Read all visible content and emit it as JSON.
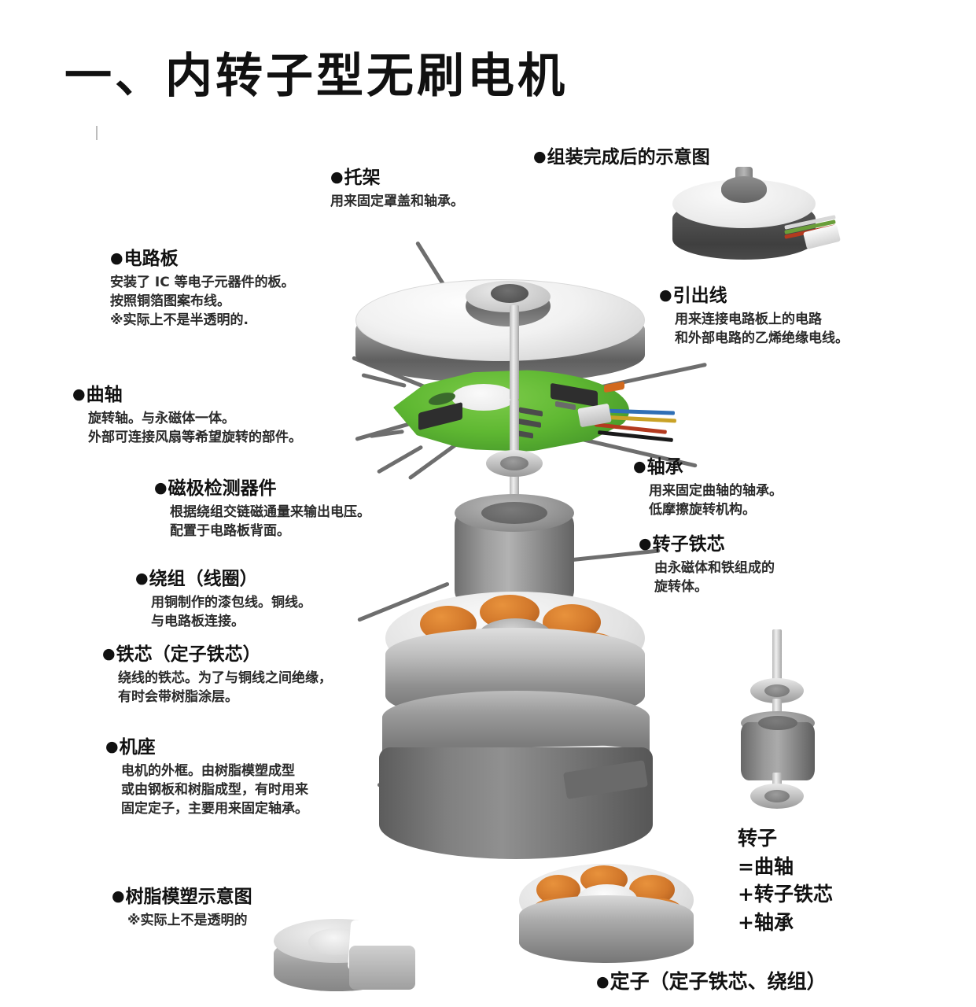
{
  "title": "一、内转子型无刷电机",
  "annotations": [
    {
      "key": "bracket",
      "head": "托架",
      "lines": [
        "用来固定罩盖和轴承。"
      ]
    },
    {
      "key": "assembled-view",
      "head": "组装完成后的示意图",
      "lines": []
    },
    {
      "key": "circuit-board",
      "head": "电路板",
      "lines": [
        "安装了 IC 等电子元器件的板。",
        "按照铜箔图案布线。",
        "※实际上不是半透明的."
      ]
    },
    {
      "key": "lead-wire",
      "head": "引出线",
      "lines": [
        "用来连接电路板上的电路",
        "和外部电路的乙烯绝缘电线。"
      ]
    },
    {
      "key": "crankshaft",
      "head": "曲轴",
      "lines": [
        "旋转轴。与永磁体一体。",
        "外部可连接风扇等希望旋转的部件。"
      ]
    },
    {
      "key": "magnetic-pole-sensor",
      "head": "磁极检测器件",
      "lines": [
        "根据绕组交链磁通量来输出电压。",
        "配置于电路板背面。"
      ]
    },
    {
      "key": "bearing",
      "head": "轴承",
      "lines": [
        "用来固定曲轴的轴承。",
        "低摩擦旋转机构。"
      ]
    },
    {
      "key": "rotor-core",
      "head": "转子铁芯",
      "lines": [
        "由永磁体和铁组成的",
        "旋转体。"
      ]
    },
    {
      "key": "winding",
      "head": "绕组（线圈）",
      "lines": [
        "用铜制作的漆包线。铜线。",
        "与电路板连接。"
      ]
    },
    {
      "key": "stator-core",
      "head": "铁芯（定子铁芯）",
      "lines": [
        "绕线的铁芯。为了与铜线之间绝缘，",
        "有时会带树脂涂层。"
      ]
    },
    {
      "key": "frame",
      "head": "机座",
      "lines": [
        "电机的外框。由树脂模塑成型",
        "或由钢板和树脂成型，有时用来",
        "固定定子，主要用来固定轴承。"
      ]
    },
    {
      "key": "resin-mold",
      "head": "树脂模塑示意图",
      "lines": [
        "※实际上不是透明的"
      ]
    },
    {
      "key": "stator-label",
      "head": "定子（定子铁芯、绕组）",
      "lines": []
    }
  ],
  "rotor_formula": {
    "title": "转子",
    "line1": "=曲轴",
    "line2": "+转子铁芯",
    "line3": "+轴承"
  },
  "colors": {
    "pcb_green": "#5fb832",
    "copper_orange": "#d2782b",
    "metal_gray": "#8f8f8f",
    "housing_dark": "#6c6c6c",
    "text_black": "#111111",
    "leader_gray": "#6e6e6e"
  },
  "bullet": "●"
}
